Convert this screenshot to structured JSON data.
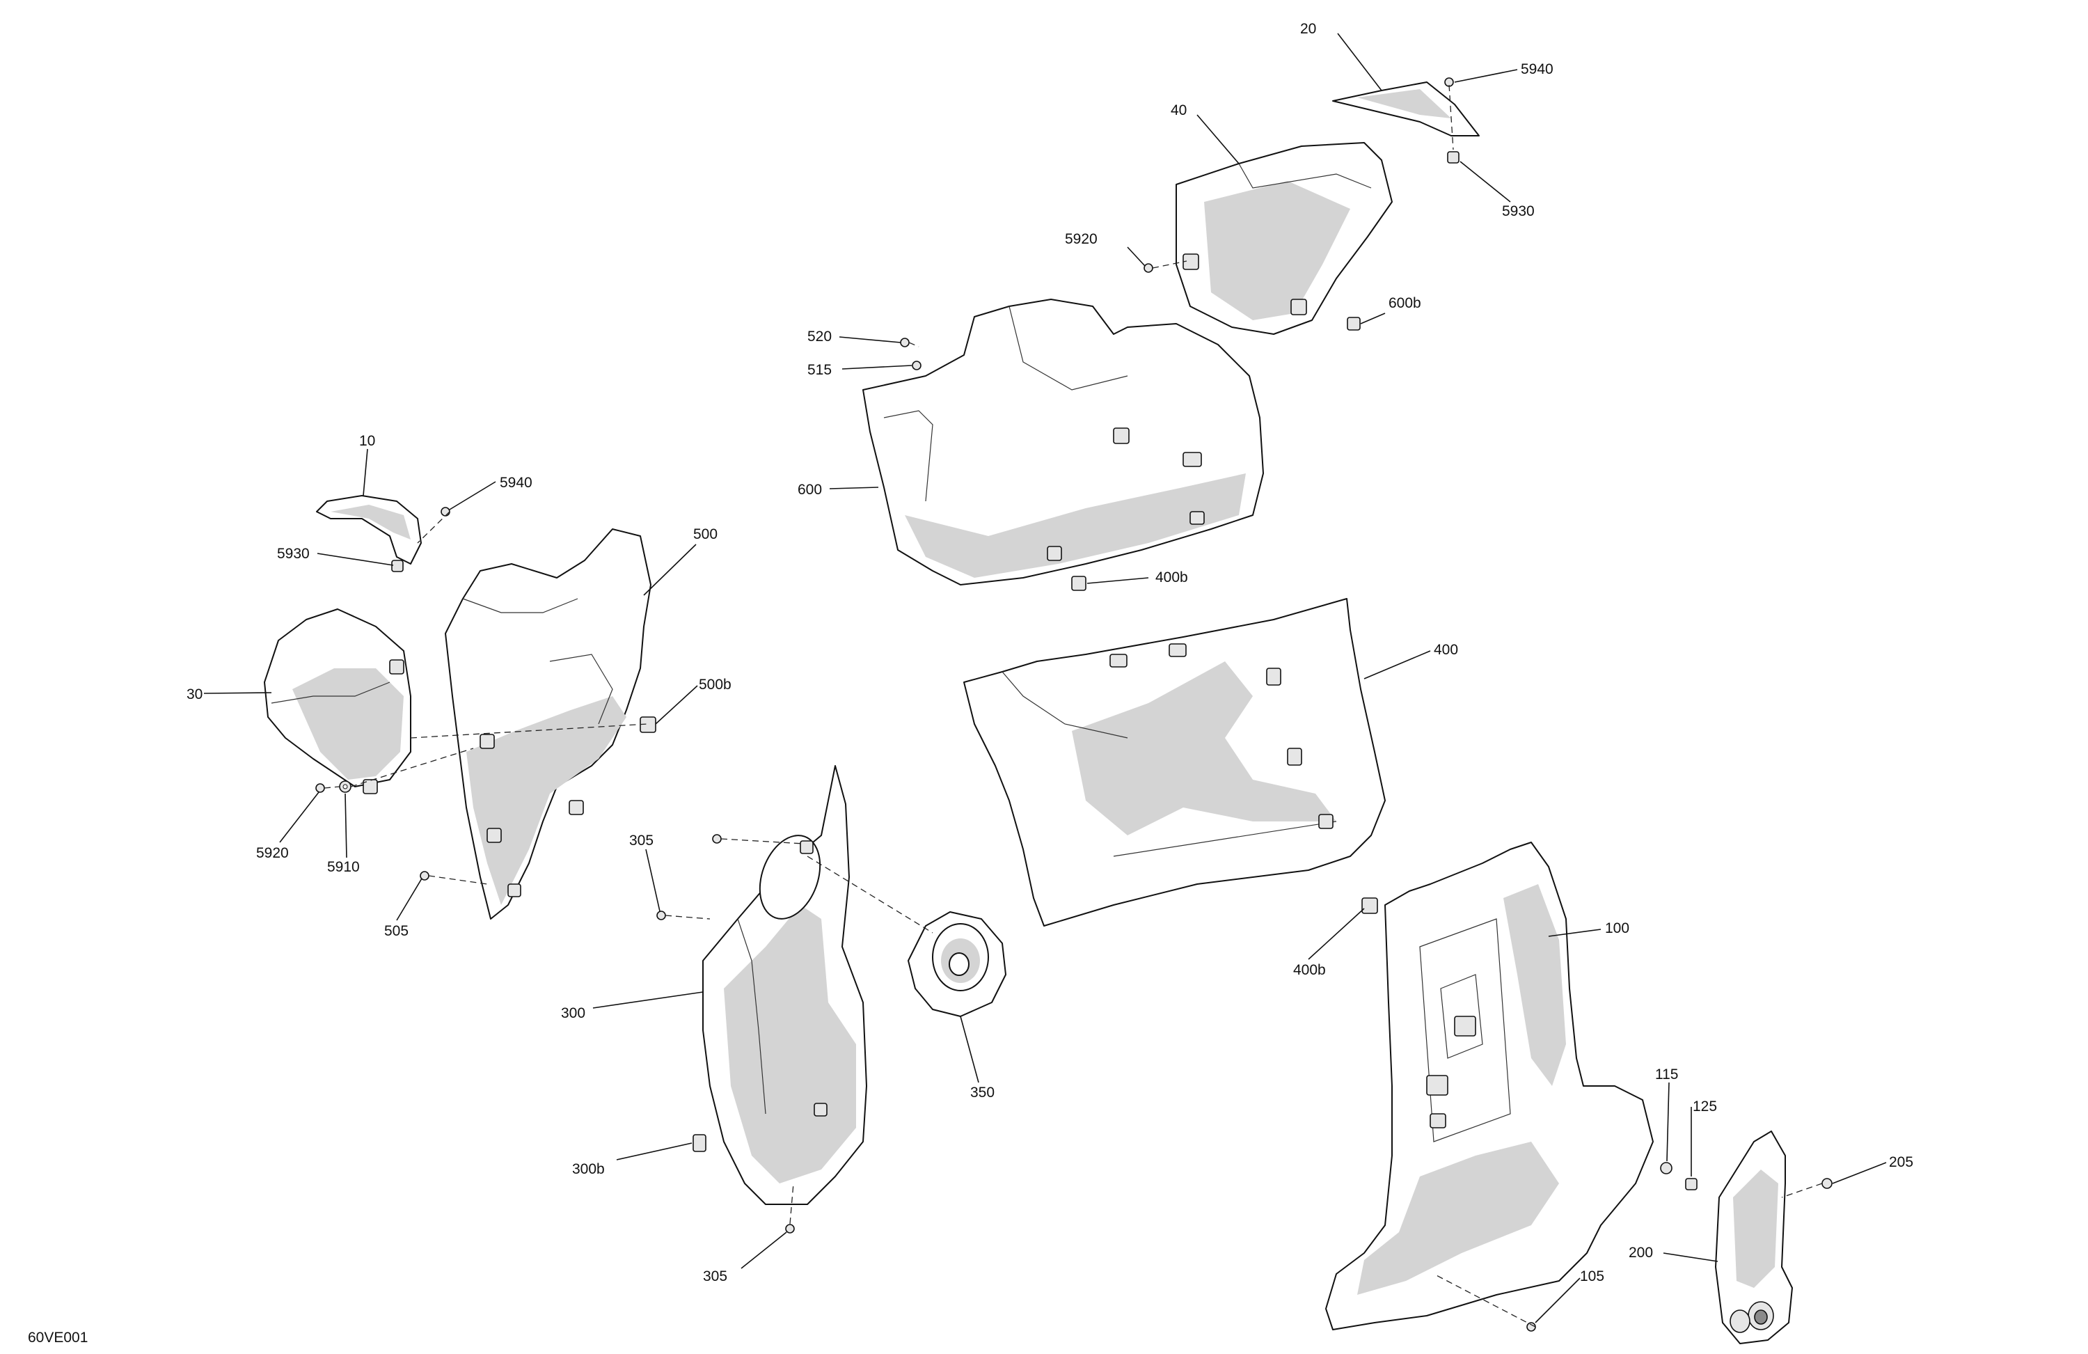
{
  "diagram_id": "60VE001",
  "callouts": [
    {
      "id": "c-20",
      "text": "20"
    },
    {
      "id": "c-5940-top",
      "text": "5940"
    },
    {
      "id": "c-40",
      "text": "40"
    },
    {
      "id": "c-5930-top",
      "text": "5930"
    },
    {
      "id": "c-5920-top",
      "text": "5920"
    },
    {
      "id": "c-600b",
      "text": "600b"
    },
    {
      "id": "c-520",
      "text": "520"
    },
    {
      "id": "c-515",
      "text": "515"
    },
    {
      "id": "c-600",
      "text": "600"
    },
    {
      "id": "c-400b-top",
      "text": "400b"
    },
    {
      "id": "c-10",
      "text": "10"
    },
    {
      "id": "c-5940-left",
      "text": "5940"
    },
    {
      "id": "c-5930-left",
      "text": "5930"
    },
    {
      "id": "c-500",
      "text": "500"
    },
    {
      "id": "c-30",
      "text": "30"
    },
    {
      "id": "c-500b",
      "text": "500b"
    },
    {
      "id": "c-5920-left",
      "text": "5920"
    },
    {
      "id": "c-5910",
      "text": "5910"
    },
    {
      "id": "c-505",
      "text": "505"
    },
    {
      "id": "c-305-top",
      "text": "305"
    },
    {
      "id": "c-400",
      "text": "400"
    },
    {
      "id": "c-400b-bottom",
      "text": "400b"
    },
    {
      "id": "c-100",
      "text": "100"
    },
    {
      "id": "c-300",
      "text": "300"
    },
    {
      "id": "c-350",
      "text": "350"
    },
    {
      "id": "c-115",
      "text": "115"
    },
    {
      "id": "c-125",
      "text": "125"
    },
    {
      "id": "c-205",
      "text": "205"
    },
    {
      "id": "c-300b",
      "text": "300b"
    },
    {
      "id": "c-200",
      "text": "200"
    },
    {
      "id": "c-105",
      "text": "105"
    },
    {
      "id": "c-305-bottom",
      "text": "305"
    }
  ]
}
